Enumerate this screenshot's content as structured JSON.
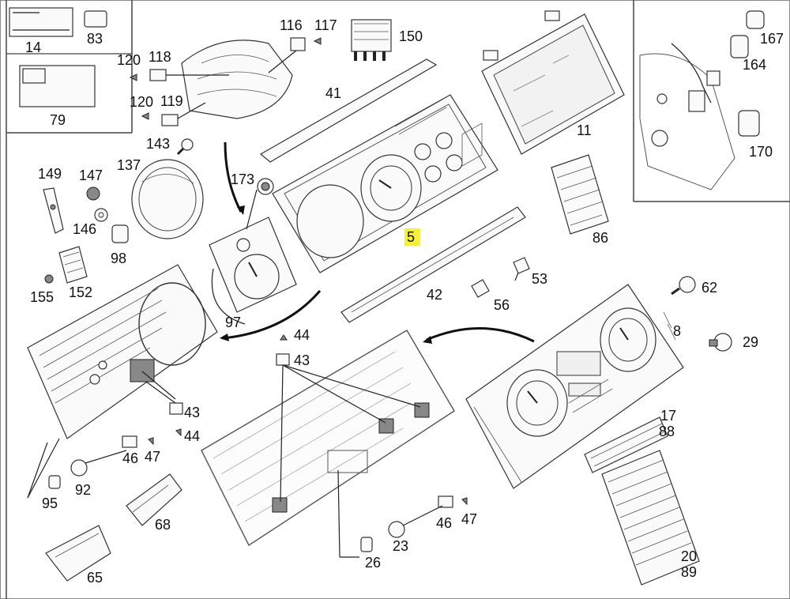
{
  "callouts": {
    "c14": "14",
    "c83": "83",
    "c79": "79",
    "c120a": "120",
    "c118": "118",
    "c120b": "120",
    "c119": "119",
    "c116": "116",
    "c117": "117",
    "c150": "150",
    "c41": "41",
    "c11": "11",
    "c167": "167",
    "c164": "164",
    "c170": "170",
    "c143": "143",
    "c149": "149",
    "c147": "147",
    "c137": "137",
    "c146": "146",
    "c98": "98",
    "c152": "152",
    "c155": "155",
    "c173": "173",
    "c5": "5",
    "c86": "86",
    "c97": "97",
    "c53": "53",
    "c42": "42",
    "c56": "56",
    "c62": "62",
    "c8": "8",
    "c29": "29",
    "c44a": "44",
    "c43a": "43",
    "c43b": "43",
    "c44b": "44",
    "c46a": "46",
    "c47a": "47",
    "c92": "92",
    "c95": "95",
    "c68": "68",
    "c65": "65",
    "c17": "17",
    "c88": "88",
    "c46b": "46",
    "c47b": "47",
    "c23": "23",
    "c26": "26",
    "c20": "20",
    "c89": "89"
  },
  "highlight_color": "#f6ef3c"
}
